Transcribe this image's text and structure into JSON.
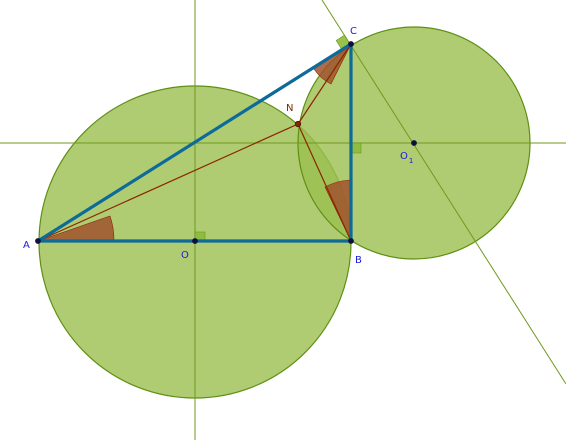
{
  "colors": {
    "circle_fill": "#9bbf4f",
    "circle_stroke": "#5e8f12",
    "guide_line": "#6f9a1e",
    "triangle": "#0d6a99",
    "segment_brown": "#8b2500",
    "angle_fill": "#a0522d",
    "right_angle": "#8dbb3a",
    "point": "#101040"
  },
  "labels": {
    "A": "A",
    "B": "B",
    "C": "C",
    "N": "N",
    "O": "O",
    "O1_main": "O",
    "O1_sub": "1"
  }
}
